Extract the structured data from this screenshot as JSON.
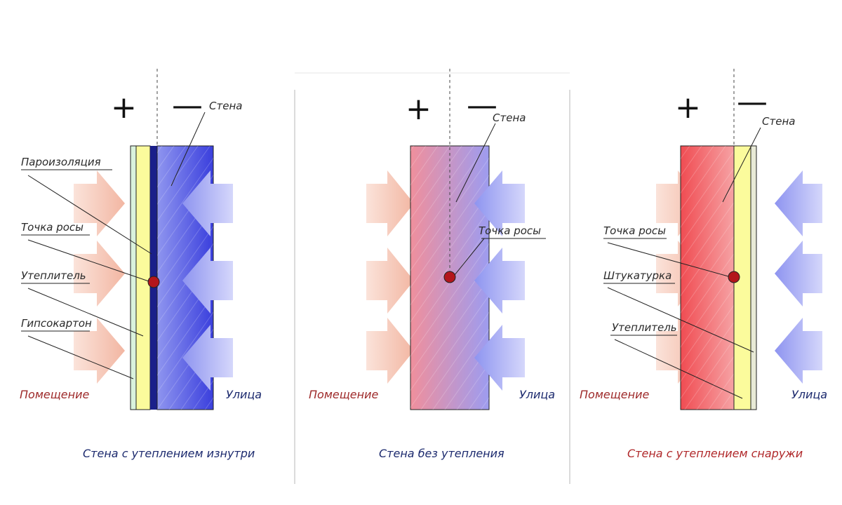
{
  "signs": {
    "plus": "+",
    "minus": "—"
  },
  "panels": [
    {
      "labels": {
        "wall": "Стена",
        "vapor_barrier": "Пароизоляция",
        "dew_point": "Точка росы",
        "insulation": "Утеплитель",
        "drywall": "Гипсокартон",
        "room": "Помещение",
        "street": "Улица"
      },
      "caption": "Стена с утеплением изнутри",
      "caption_color": "#1c2a6e"
    },
    {
      "labels": {
        "wall": "Стена",
        "dew_point": "Точка росы",
        "room": "Помещение",
        "street": "Улица"
      },
      "caption": "Стена без утепления",
      "caption_color": "#1c2a6e"
    },
    {
      "labels": {
        "wall": "Стена",
        "dew_point": "Точка росы",
        "plaster": "Штукатурка",
        "insulation": "Утеплитель",
        "room": "Помещение",
        "street": "Улица"
      },
      "caption": "Стена с утеплением снаружи",
      "caption_color": "#b0282a"
    }
  ],
  "colors": {
    "warm_arrow": "#f3c2b2",
    "cold_arrow": "#a9aef3",
    "insulation": "#fbfb9c",
    "vapor_barrier": "#1a1f8a",
    "drywall": "#d9f2dc",
    "dew_point": "#b3161b",
    "warm_wall": "#f05a5e",
    "cold_wall": "#3b3fe0"
  }
}
